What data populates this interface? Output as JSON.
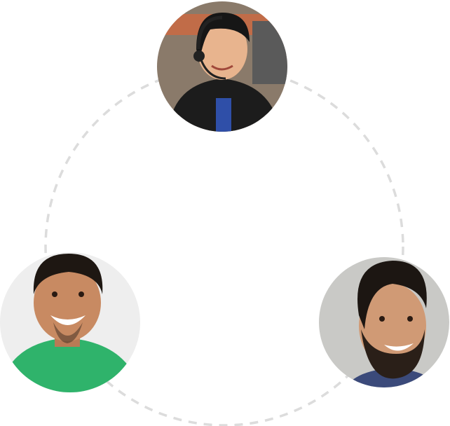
{
  "colors": {
    "background": "#ffffff",
    "dashed_ring": "#dcdcdc",
    "top_photo_bg": "#8a7a6a",
    "left_photo_bg": "#eeeeee",
    "right_photo_bg": "#c9c9c6",
    "left_shirt": "#2fb36b",
    "top_shirt": "#1c1c1c",
    "right_shirt": "#3b4a7a"
  },
  "avatars": [
    {
      "id": "top",
      "icon": "person-with-headset"
    },
    {
      "id": "bottom-left",
      "icon": "person-green-shirt"
    },
    {
      "id": "bottom-right",
      "icon": "person-bearded"
    }
  ]
}
